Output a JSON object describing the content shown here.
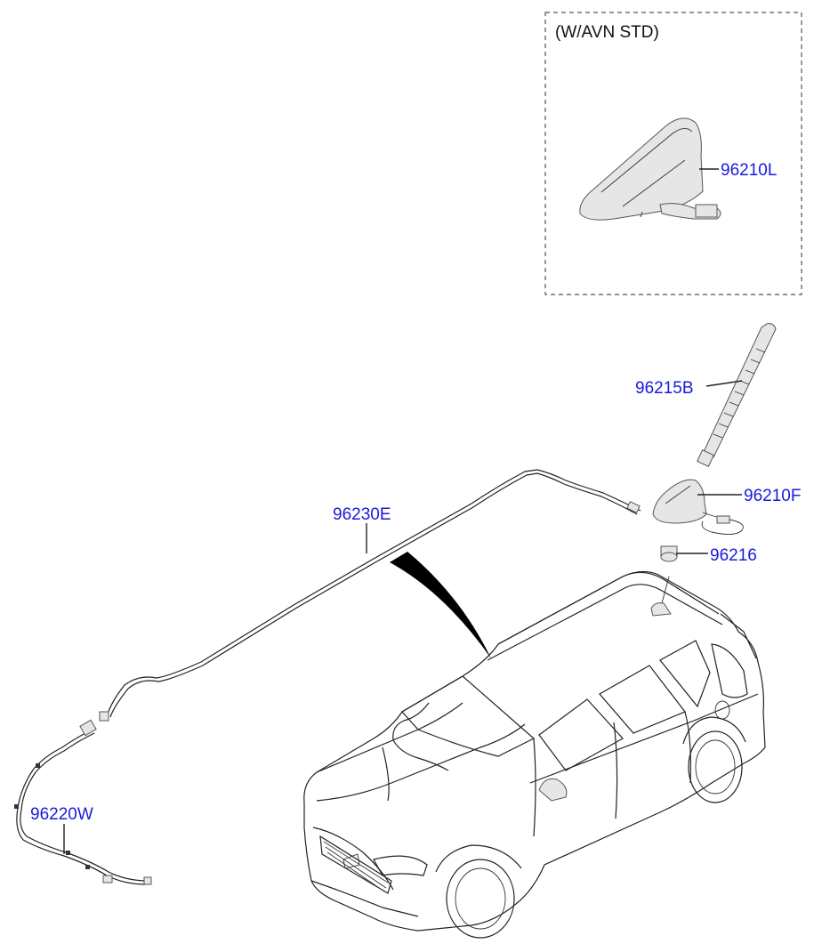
{
  "option_box": {
    "note": "(W/AVN STD)"
  },
  "parts": [
    {
      "id": "96210L",
      "label": "96210L"
    },
    {
      "id": "96215B",
      "label": "96215B"
    },
    {
      "id": "96210F",
      "label": "96210F"
    },
    {
      "id": "96216",
      "label": "96216"
    },
    {
      "id": "96230E",
      "label": "96230E"
    },
    {
      "id": "96220W",
      "label": "96220W"
    }
  ],
  "colors": {
    "part_label": "#1a1adc",
    "line": "#222222",
    "fill": "#e6e6e6"
  }
}
